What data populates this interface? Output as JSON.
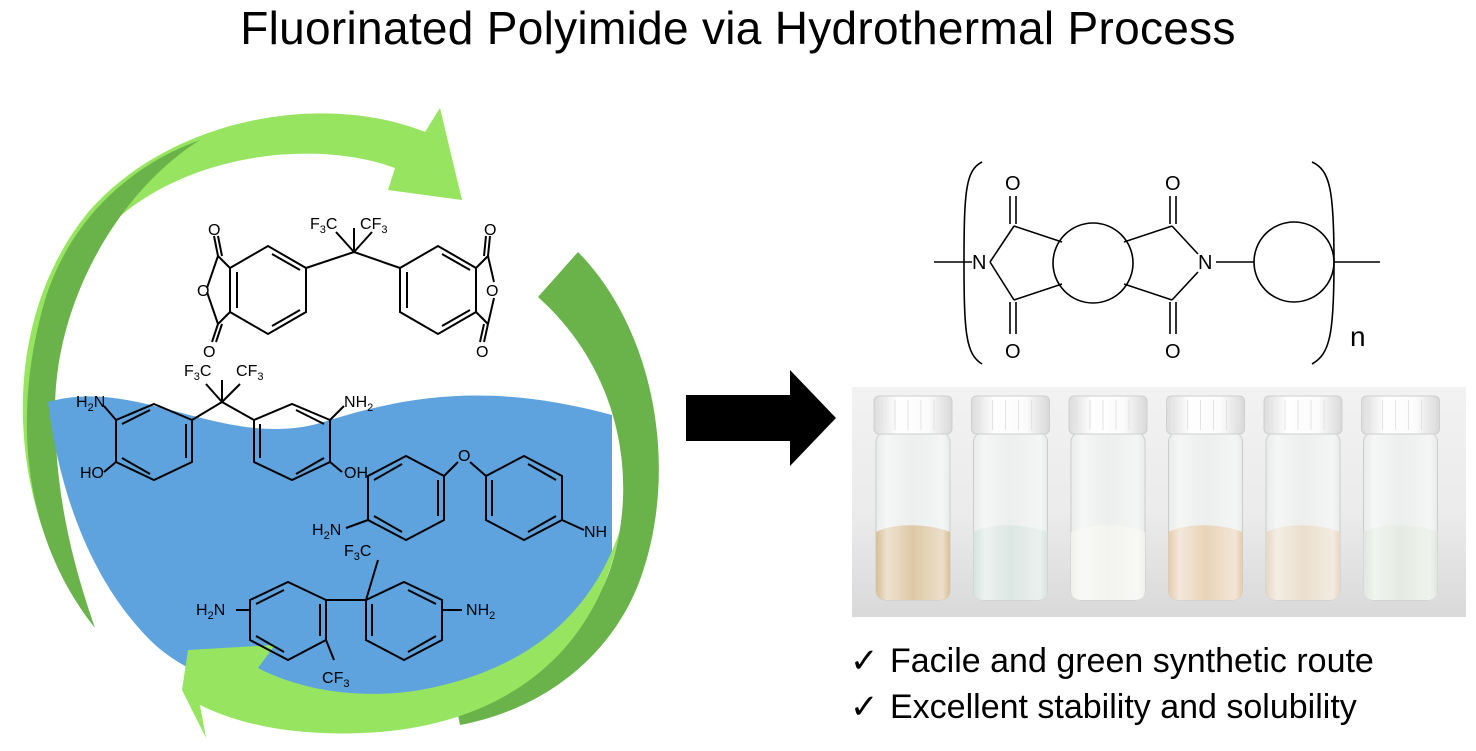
{
  "title": "Fluorinated Polyimide via Hydrothermal Process",
  "colors": {
    "arrow_light_green": "#96e460",
    "arrow_dark_green": "#6ab24a",
    "water_blue": "#5ea3dd",
    "big_arrow": "#000000"
  },
  "monomers": {
    "dianhydride": {
      "cf3_left": "F3C",
      "cf3_right": "CF3",
      "oxygens": [
        "O",
        "O",
        "O",
        "O",
        "O",
        "O"
      ]
    },
    "bisaminophenol": {
      "cf3_left": "F3C",
      "cf3_right": "CF3",
      "nh2_left": "H2N",
      "nh2_right": "NH2",
      "oh_left": "HO",
      "oh_right": "OH"
    },
    "oda": {
      "nh2_left": "H2N",
      "ether_o": "O",
      "nh_right": "NH"
    },
    "tfmb": {
      "nh2_left": "H2N",
      "nh2_right": "NH2",
      "cf3_top": "F3C",
      "cf3_bottom": "CF3"
    }
  },
  "polyimide": {
    "n_left": "N",
    "n_right": "N",
    "carbonyl_o": [
      "O",
      "O",
      "O",
      "O"
    ],
    "repeat": "n"
  },
  "vials": [
    {
      "powder": "#d8bf96"
    },
    {
      "powder": "#d6e2de"
    },
    {
      "powder": "#f1f2ed"
    },
    {
      "powder": "#e5ccad"
    },
    {
      "powder": "#e7d8c4"
    },
    {
      "powder": "#e0e7dd"
    }
  ],
  "bullets": [
    {
      "check": "✓",
      "text": "Facile and green synthetic route"
    },
    {
      "check": "✓",
      "text": "Excellent stability and solubility"
    }
  ]
}
